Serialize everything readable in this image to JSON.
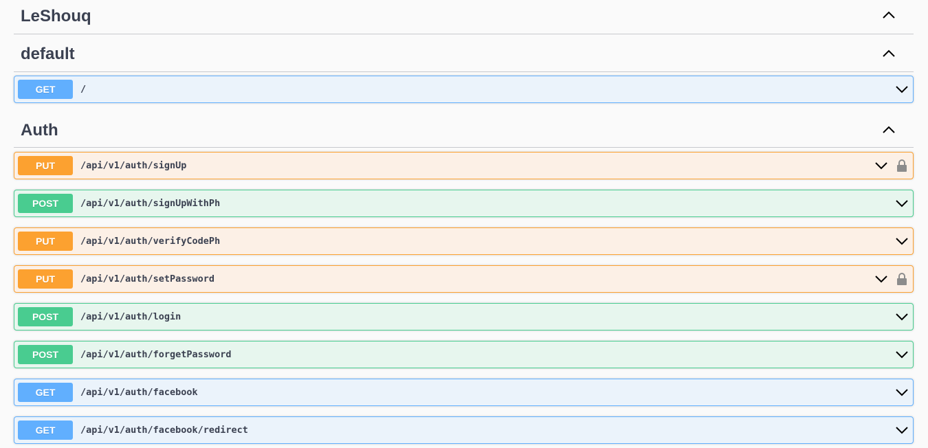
{
  "sections": {
    "leshouq": {
      "title": "LeShouq"
    },
    "default": {
      "title": "default"
    },
    "auth": {
      "title": "Auth"
    }
  },
  "operations": {
    "default": [
      {
        "method": "GET",
        "path": "/"
      }
    ],
    "auth": [
      {
        "method": "PUT",
        "path": "/api/v1/auth/signUp",
        "locked": true
      },
      {
        "method": "POST",
        "path": "/api/v1/auth/signUpWithPh"
      },
      {
        "method": "PUT",
        "path": "/api/v1/auth/verifyCodePh"
      },
      {
        "method": "PUT",
        "path": "/api/v1/auth/setPassword",
        "locked": true
      },
      {
        "method": "POST",
        "path": "/api/v1/auth/login"
      },
      {
        "method": "POST",
        "path": "/api/v1/auth/forgetPassword"
      },
      {
        "method": "GET",
        "path": "/api/v1/auth/facebook"
      },
      {
        "method": "GET",
        "path": "/api/v1/auth/facebook/redirect"
      }
    ]
  },
  "icons": {
    "section_toggle": "chevron-up-icon",
    "operation_toggle": "chevron-down-icon",
    "auth_required": "lock-icon"
  },
  "colors": {
    "get": "#61affe",
    "put": "#fca130",
    "post": "#49cc90",
    "text": "#3b4151"
  }
}
